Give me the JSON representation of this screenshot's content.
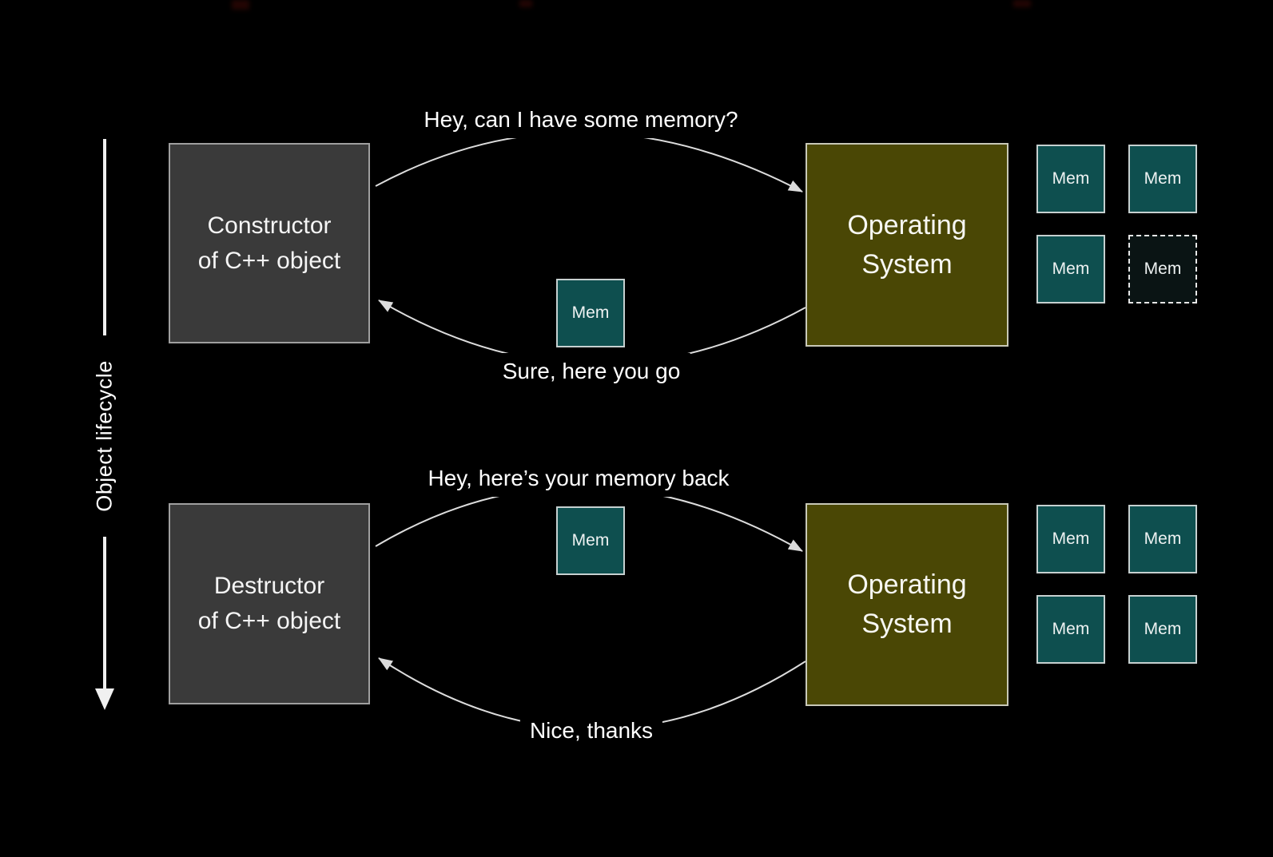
{
  "colors": {
    "background": "#000000",
    "actor_box": "#3a3a3a",
    "os_box": "#4a4705",
    "mem_box": "#0e4f4f",
    "arrow": "#dcdcdc",
    "text": "#ffffff"
  },
  "axis": {
    "label": "Object lifecycle"
  },
  "construction": {
    "actor": {
      "line1": "Constructor",
      "line2": "of C++ object"
    },
    "os": {
      "line1": "Operating",
      "line2": "System"
    },
    "request_label": "Hey, can I have some memory?",
    "response_label": "Sure, here you go",
    "transfer_mem": {
      "label": "Mem",
      "state": "allocated"
    },
    "mem_grid": [
      {
        "label": "Mem",
        "state": "available"
      },
      {
        "label": "Mem",
        "state": "available"
      },
      {
        "label": "Mem",
        "state": "available"
      },
      {
        "label": "Mem",
        "state": "loaned"
      }
    ]
  },
  "destruction": {
    "actor": {
      "line1": "Destructor",
      "line2": "of C++ object"
    },
    "os": {
      "line1": "Operating",
      "line2": "System"
    },
    "request_label": "Hey, here’s your memory back",
    "response_label": "Nice, thanks",
    "transfer_mem": {
      "label": "Mem",
      "state": "returning"
    },
    "mem_grid": [
      {
        "label": "Mem",
        "state": "available"
      },
      {
        "label": "Mem",
        "state": "available"
      },
      {
        "label": "Mem",
        "state": "available"
      },
      {
        "label": "Mem",
        "state": "available"
      }
    ]
  }
}
